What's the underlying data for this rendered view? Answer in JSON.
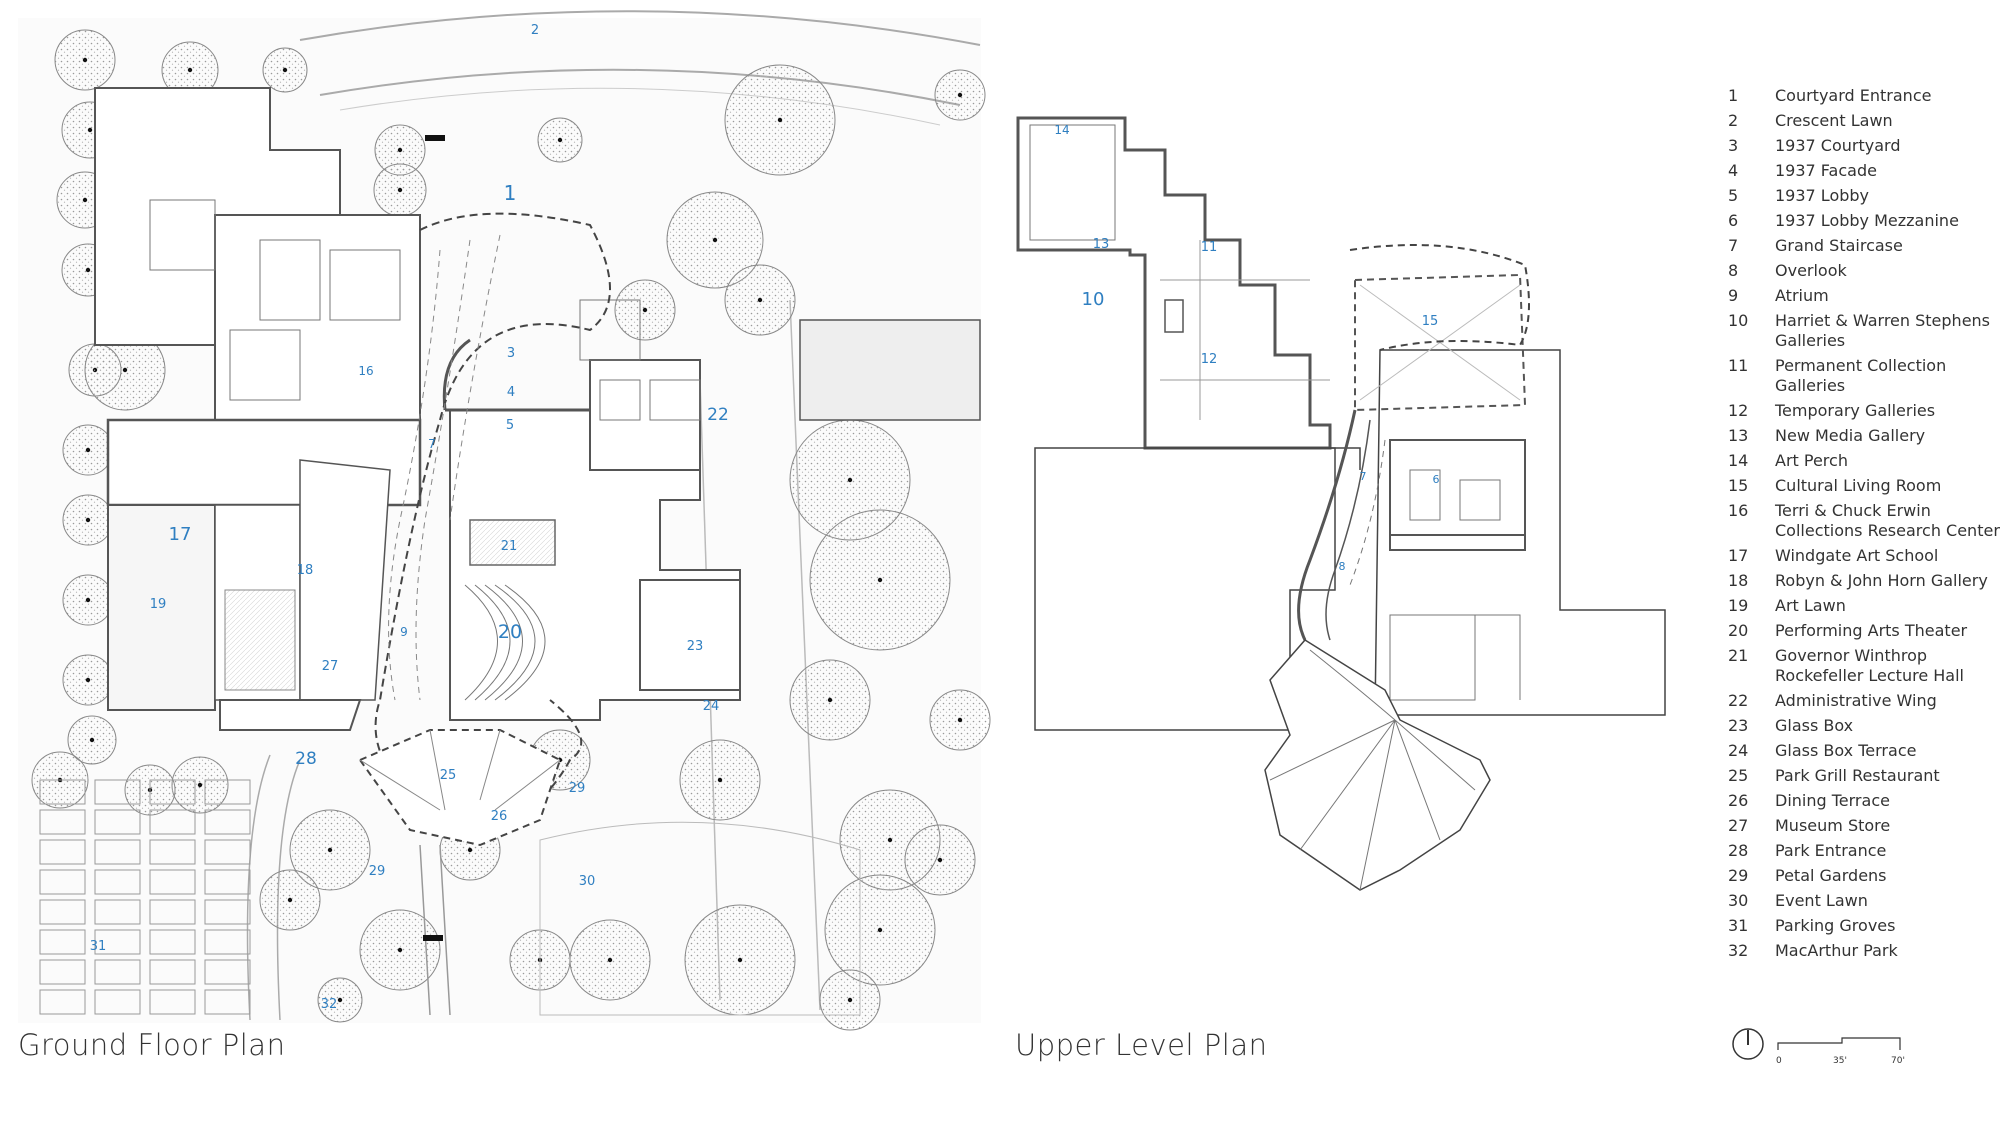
{
  "captions": {
    "ground": "Ground Floor Plan",
    "upper": "Upper Level Plan"
  },
  "legend": [
    {
      "num": "1",
      "name": "Courtyard Entrance"
    },
    {
      "num": "2",
      "name": "Crescent Lawn"
    },
    {
      "num": "3",
      "name": "1937 Courtyard"
    },
    {
      "num": "4",
      "name": "1937 Facade"
    },
    {
      "num": "5",
      "name": "1937 Lobby"
    },
    {
      "num": "6",
      "name": "1937 Lobby Mezzanine"
    },
    {
      "num": "7",
      "name": "Grand Staircase"
    },
    {
      "num": "8",
      "name": "Overlook"
    },
    {
      "num": "9",
      "name": "Atrium"
    },
    {
      "num": "10",
      "name": "Harriet & Warren Stephens Galleries"
    },
    {
      "num": "11",
      "name": "Permanent Collection Galleries"
    },
    {
      "num": "12",
      "name": "Temporary Galleries"
    },
    {
      "num": "13",
      "name": "New Media Gallery"
    },
    {
      "num": "14",
      "name": "Art Perch"
    },
    {
      "num": "15",
      "name": "Cultural Living Room"
    },
    {
      "num": "16",
      "name": "Terri & Chuck Erwin Collections Research Center"
    },
    {
      "num": "17",
      "name": "Windgate Art School"
    },
    {
      "num": "18",
      "name": "Robyn & John Horn Gallery"
    },
    {
      "num": "19",
      "name": "Art Lawn"
    },
    {
      "num": "20",
      "name": "Performing Arts Theater"
    },
    {
      "num": "21",
      "name": "Governor Winthrop Rockefeller Lecture Hall"
    },
    {
      "num": "22",
      "name": "Administrative Wing"
    },
    {
      "num": "23",
      "name": "Glass Box"
    },
    {
      "num": "24",
      "name": "Glass Box Terrace"
    },
    {
      "num": "25",
      "name": "Park Grill Restaurant"
    },
    {
      "num": "26",
      "name": "Dining Terrace"
    },
    {
      "num": "27",
      "name": "Museum Store"
    },
    {
      "num": "28",
      "name": "Park Entrance"
    },
    {
      "num": "29",
      "name": "Petal Gardens"
    },
    {
      "num": "30",
      "name": "Event Lawn"
    },
    {
      "num": "31",
      "name": "Parking Groves"
    },
    {
      "num": "32",
      "name": "MacArthur Park"
    }
  ],
  "ground_labels": [
    "1",
    "2",
    "3",
    "4",
    "5",
    "7",
    "9",
    "16",
    "17",
    "18",
    "19",
    "20",
    "21",
    "22",
    "23",
    "24",
    "25",
    "26",
    "27",
    "28",
    "29",
    "29",
    "30",
    "31",
    "32"
  ],
  "upper_labels": [
    "6",
    "7",
    "8",
    "10",
    "11",
    "12",
    "13",
    "14",
    "15"
  ],
  "scale": {
    "ticks": [
      "0",
      "35'",
      "70'"
    ]
  },
  "colors": {
    "label": "#2f7fc1",
    "line": "#555555",
    "tree": "#9a9a9a"
  }
}
